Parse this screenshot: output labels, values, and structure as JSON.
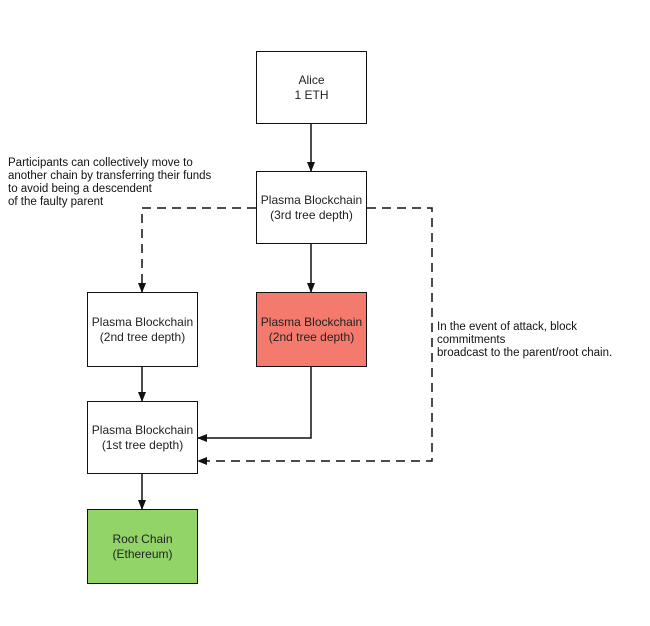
{
  "nodes": {
    "alice": {
      "line1": "Alice",
      "line2": "1 ETH",
      "fill": "#ffffff"
    },
    "plasma_3rd": {
      "line1": "Plasma Blockchain",
      "line2": "(3rd tree depth)",
      "fill": "#ffffff"
    },
    "plasma_2nd_left": {
      "line1": "Plasma Blockchain",
      "line2": "(2nd tree depth)",
      "fill": "#ffffff"
    },
    "plasma_2nd_faulty": {
      "line1": "Plasma Blockchain",
      "line2": "(2nd tree depth)",
      "fill": "#f47a6e"
    },
    "plasma_1st": {
      "line1": "Plasma Blockchain",
      "line2": "(1st tree depth)",
      "fill": "#ffffff"
    },
    "root": {
      "line1": "Root Chain",
      "line2": "(Ethereum)",
      "fill": "#93d468"
    }
  },
  "notes": {
    "participants": [
      "Participants can collectively move to",
      "another chain by transferring their funds",
      "to avoid being a descendent",
      "of the faulty parent"
    ],
    "attack": [
      "In the event of attack, block commitments",
      "broadcast to the parent/root chain."
    ]
  }
}
